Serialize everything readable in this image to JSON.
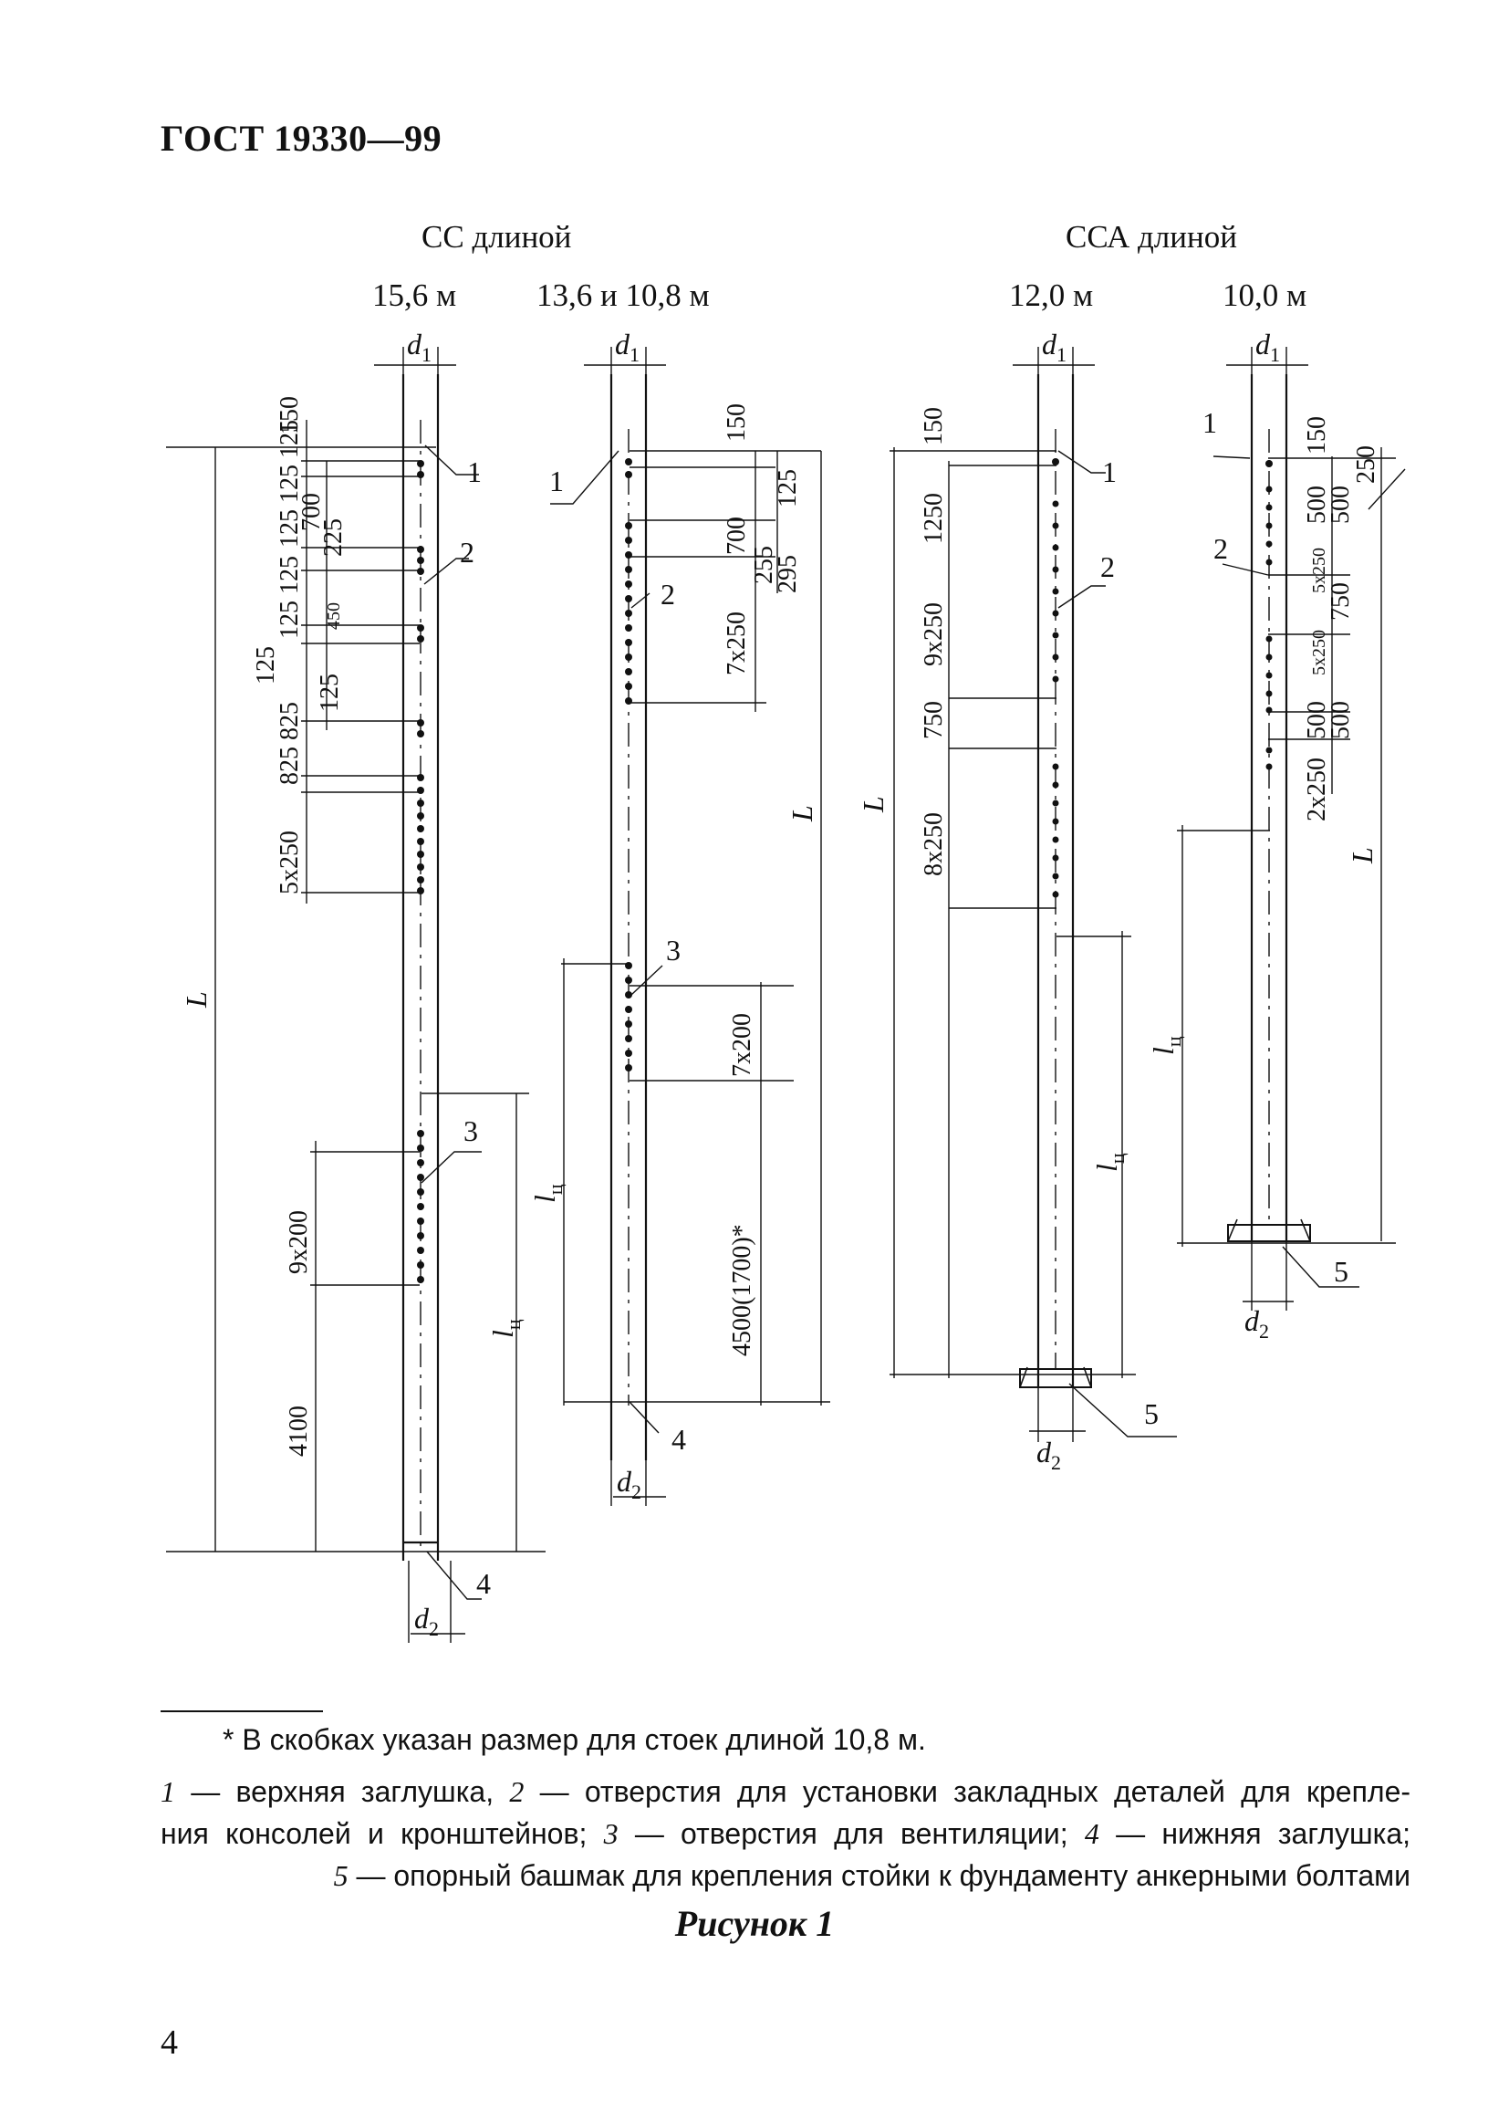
{
  "header": {
    "doc_code": "ГОСТ 19330—99"
  },
  "figure": {
    "groups": [
      {
        "title": "СС длиной",
        "lengths": [
          "15,6 м",
          "13,6 и 10,8 м"
        ]
      },
      {
        "title": "ССА длиной",
        "lengths": [
          "12,0 м",
          "10,0 м"
        ]
      }
    ],
    "symbols": {
      "top_diameter": "d1",
      "bottom_diameter": "d2",
      "length": "L",
      "vent_length": "lц"
    },
    "pole_1": {
      "dims": [
        "150",
        "125 125 125",
        "700",
        "225",
        "125 125",
        "450",
        "125",
        "825 825",
        "125",
        "5x250",
        "9x200",
        "4100"
      ]
    },
    "pole_2": {
      "dims": [
        "150",
        "700",
        "125",
        "295",
        "255",
        "7x250",
        "7x200",
        "4500(1700)*"
      ]
    },
    "pole_3": {
      "dims": [
        "150",
        "1250",
        "9x250",
        "750",
        "8x250"
      ]
    },
    "pole_4": {
      "dims": [
        "150",
        "250",
        "500",
        "500",
        "5x250",
        "750",
        "5x250",
        "500",
        "500",
        "2x250"
      ]
    },
    "callouts": [
      "1",
      "2",
      "3",
      "4",
      "5"
    ]
  },
  "footnote": {
    "text": "* В скобках указан размер для стоек длиной 10,8 м."
  },
  "legend": {
    "line1_a": "— верхняя заглушка, ",
    "line1_b": "— отверстия для установки закладных деталей для крепле-",
    "line2_a": "ния консолей и кронштейнов; ",
    "line2_b": "— отверстия для вентиляции; ",
    "line2_c": "— нижняя заглушка;",
    "line3": "— опорный башмак для крепления стойки к фундаменту анкерными болтами",
    "nums": [
      "1",
      "2",
      "3",
      "4",
      "5"
    ]
  },
  "caption": "Рисунок 1",
  "page_number": "4"
}
